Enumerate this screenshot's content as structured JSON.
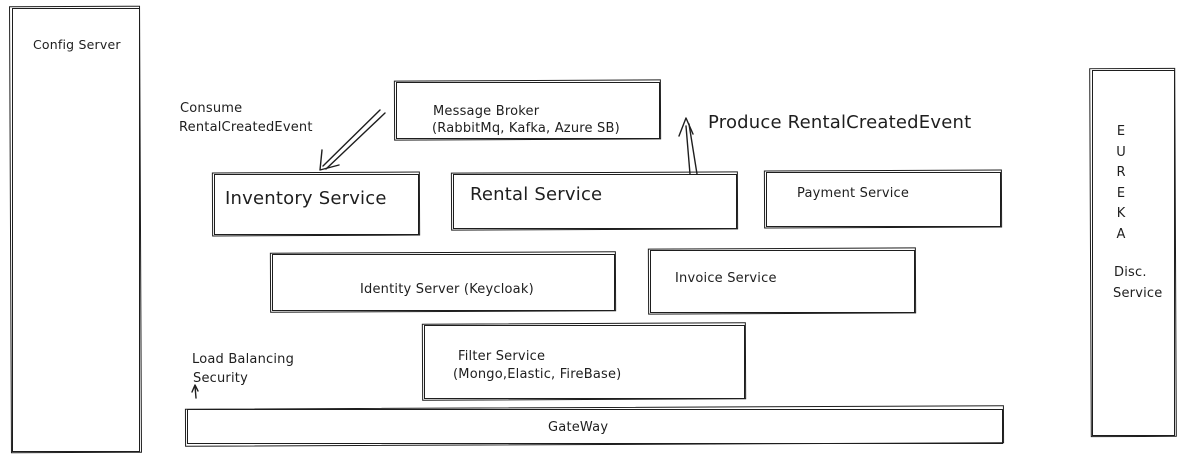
{
  "config_server": {
    "label": "Config Server"
  },
  "message_broker": {
    "title": "Message Broker",
    "subtitle": "(RabbitMq, Kafka, Azure SB)"
  },
  "consume_note": {
    "line1": "Consume",
    "line2": "RentalCreatedEvent"
  },
  "produce_note": {
    "label": "Produce RentalCreatedEvent"
  },
  "inventory_service": {
    "label": "Inventory Service"
  },
  "rental_service": {
    "label": "Rental Service"
  },
  "payment_service": {
    "label": "Payment Service"
  },
  "identity_server": {
    "label": "Identity Server (Keycloak)"
  },
  "invoice_service": {
    "label": "Invoice Service"
  },
  "filter_service": {
    "title": "Filter Service",
    "subtitle": "(Mongo,Elastic, FireBase)"
  },
  "gateway_note": {
    "line1": "Load Balancing",
    "line2": "Security"
  },
  "gateway": {
    "label": "GateWay"
  },
  "eureka": {
    "letters": [
      "E",
      "U",
      "R",
      "E",
      "K",
      "A"
    ],
    "line1": "Disc.",
    "line2": "Service"
  },
  "colors": {
    "stroke": "#1e1e1e",
    "background": "#ffffff"
  }
}
